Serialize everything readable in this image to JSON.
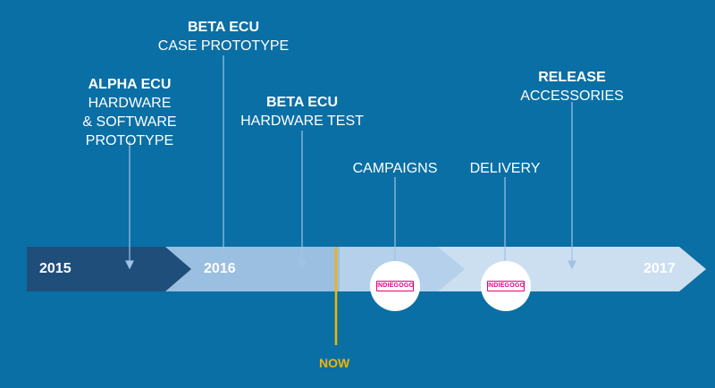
{
  "timeline": {
    "year_start": "2015",
    "year_mid": "2016",
    "year_end": "2017",
    "now_label": "NOW",
    "colors": {
      "background": "#0a6fa5",
      "segment_past": "#1f4e7a",
      "segment_current": "#9bbfe0",
      "segment_next": "#b5d0ea",
      "segment_future": "#cbdff1",
      "now_line": "#f4b400",
      "accent": "#e6007e"
    }
  },
  "milestones": [
    {
      "title": "ALPHA ECU",
      "lines": [
        "HARDWARE",
        "& SOFTWARE",
        "PROTOTYPE"
      ]
    },
    {
      "title": "BETA ECU",
      "lines": [
        "CASE PROTOTYPE"
      ]
    },
    {
      "title": "BETA ECU",
      "lines": [
        "HARDWARE TEST"
      ]
    },
    {
      "title": "",
      "lines": [
        "CAMPAIGNS"
      ]
    },
    {
      "title": "",
      "lines": [
        "DELIVERY"
      ]
    },
    {
      "title": "RELEASE",
      "lines": [
        "ACCESSORIES"
      ]
    }
  ],
  "logos": [
    {
      "text": "INDIEGOGO",
      "icon": "indiegogo-logo"
    },
    {
      "text": "INDIEGOGO",
      "icon": "indiegogo-logo"
    }
  ]
}
